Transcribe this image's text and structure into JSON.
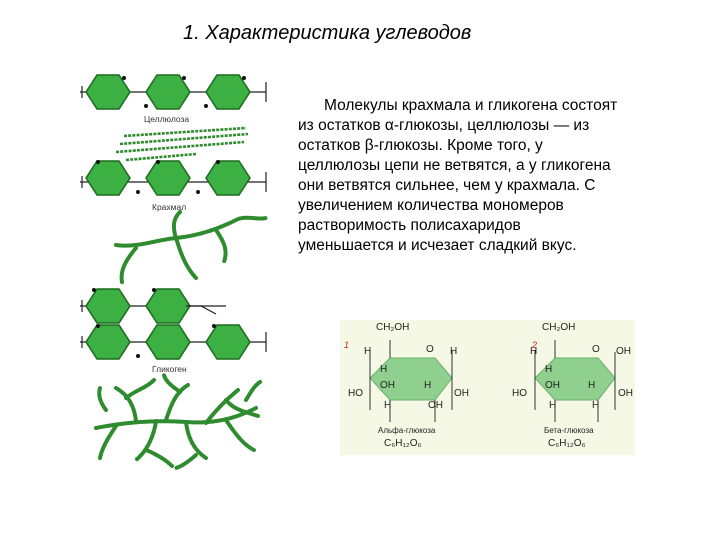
{
  "title": "1. Характеристика углеводов",
  "paragraph": [
    "Молекулы крахмала и гликогена состоят",
    "из остатков α-глюкозы, целлюлозы — из",
    "остатков β-глюкозы. Кроме того, у",
    "целлюлозы цепи не ветвятся, а у гликогена",
    "они ветвятся сильнее, чем у крахмала. С",
    "увеличением количества мономеров",
    "растворимость полисахаридов",
    "уменьшается и исчезает сладкий вкус."
  ],
  "left_figure": {
    "cellulose_label": "Целлюлоза",
    "starch_label": "Крахмал",
    "glycogen_label": "Гликоген"
  },
  "glucose_figure": {
    "alpha": {
      "number": "1",
      "ch2oh": "CH₂OH",
      "o": "O",
      "h_tl": "H",
      "h_tr": "H",
      "h_in": "H",
      "oh_r": "H",
      "ho_l": "HO",
      "oh_c": "OH",
      "h_c": "H",
      "h_bl": "H",
      "oh_br": "OH",
      "h_right": "OH",
      "name": "Альфа-глюкоза",
      "formula": "C₆H₁₂O₆"
    },
    "beta": {
      "number": "2",
      "ch2oh": "CH₂OH",
      "o": "O",
      "h_tl": "H",
      "h_in": "H",
      "oh_r": "OH",
      "ho_l": "HO",
      "oh_c": "OH",
      "h_c": "H",
      "h_bl": "H",
      "oh_br": "H",
      "h_right": "OH",
      "name": "Бета-глюкоза",
      "formula": "C₆H₁₂O₆"
    }
  },
  "colors": {
    "hexagon_fill": "#3cb043",
    "hexagon_stroke": "#1a6b1f",
    "strand": "#2e8b2e",
    "glucose_ring": "#8fd08f",
    "glucose_bg": "#f4f8e4",
    "number": "#cc2222"
  }
}
